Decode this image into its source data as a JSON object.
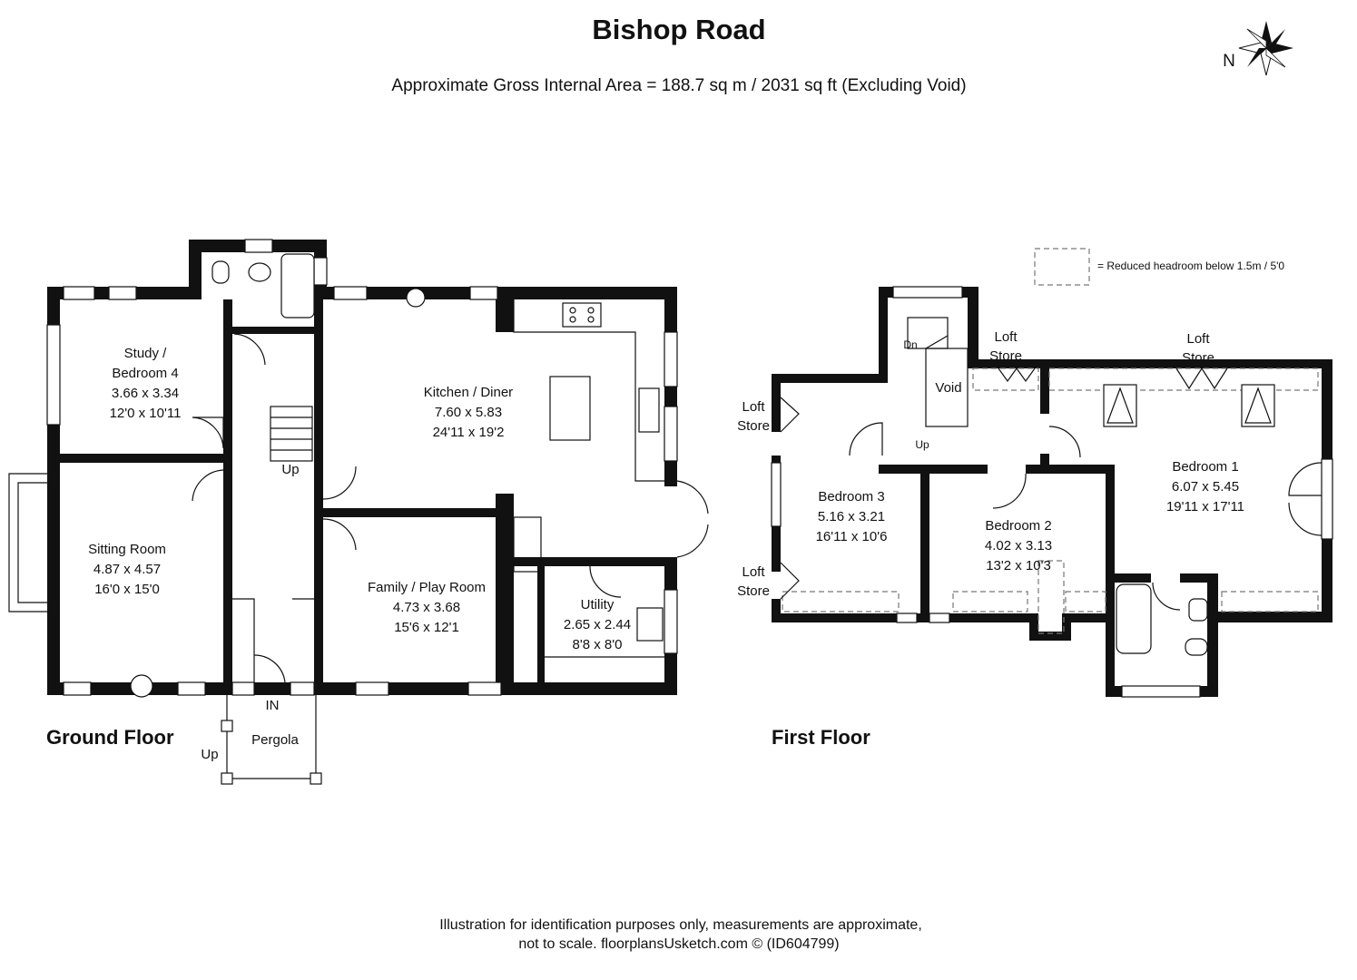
{
  "header": {
    "title": "Bishop Road",
    "area": "Approximate Gross Internal Area = 188.7 sq m / 2031 sq ft (Excluding Void)"
  },
  "compass": {
    "label": "N"
  },
  "legend": {
    "text": "= Reduced headroom below 1.5m / 5'0"
  },
  "ground_floor": {
    "label": "Ground Floor",
    "rooms": {
      "study": {
        "name1": "Study /",
        "name2": "Bedroom 4",
        "metric": "3.66 x 3.34",
        "imperial": "12'0 x 10'11"
      },
      "kitchen": {
        "name": "Kitchen / Diner",
        "metric": "7.60 x 5.83",
        "imperial": "24'11 x 19'2"
      },
      "sitting": {
        "name": "Sitting Room",
        "metric": "4.87 x 4.57",
        "imperial": "16'0 x 15'0"
      },
      "family": {
        "name": "Family / Play Room",
        "metric": "4.73 x 3.68",
        "imperial": "15'6 x 12'1"
      },
      "utility": {
        "name": "Utility",
        "metric": "2.65 x 2.44",
        "imperial": "8'8 x 8'0"
      }
    },
    "stairs_up": "Up",
    "entrance": "IN",
    "pergola": "Pergola",
    "pergola_up": "Up"
  },
  "first_floor": {
    "label": "First Floor",
    "rooms": {
      "bedroom3": {
        "name": "Bedroom 3",
        "metric": "5.16 x 3.21",
        "imperial": "16'11 x 10'6"
      },
      "bedroom2": {
        "name": "Bedroom 2",
        "metric": "4.02 x 3.13",
        "imperial": "13'2 x 10'3"
      },
      "bedroom1": {
        "name": "Bedroom 1",
        "metric": "6.07 x 5.45",
        "imperial": "19'11 x 17'11"
      }
    },
    "void": "Void",
    "stairs_down": "Dn",
    "stairs_up": "Up",
    "loft_store_1": {
      "line1": "Loft",
      "line2": "Store"
    },
    "loft_store_2": {
      "line1": "Loft",
      "line2": "Store"
    },
    "loft_store_3": {
      "line1": "Loft",
      "line2": "Store"
    },
    "loft_store_4": {
      "line1": "Loft",
      "line2": "Store"
    }
  },
  "footer": {
    "line1": "Illustration for identification purposes only, measurements are approximate,",
    "line2": "not to scale. floorplansUsketch.com © (ID604799)"
  }
}
